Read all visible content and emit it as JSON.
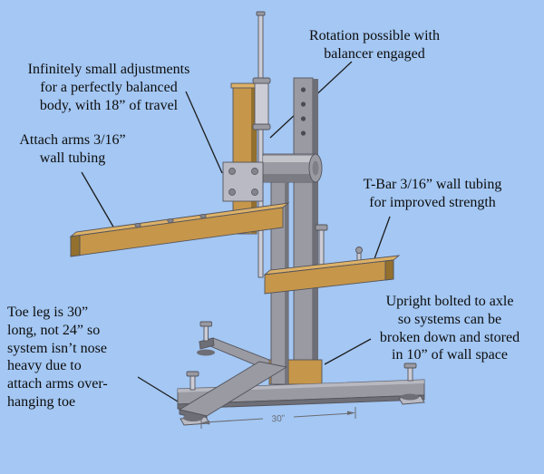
{
  "figure": {
    "description": "Annotated CAD diagram of an adjustable balancing stand"
  },
  "colors": {
    "background": "#a4c7f3",
    "text": "#0d0d0d",
    "steel": "#9a9aa2",
    "steel_dark": "#6e6e76",
    "steel_light": "#cdcdd5",
    "tan": "#c6964a",
    "tan_light": "#ddb167",
    "tan_dark": "#93702e",
    "chrome": "#ccccd6",
    "plate": "#b9bac3",
    "bolt": "#83838c",
    "hole": "#4b4b52",
    "outline": "#54545c",
    "leader": "#1c1c1c",
    "dim": "#6b6b72"
  },
  "annotations": {
    "rotation": "Rotation possible with\nbalancer engaged",
    "adjustments": "Infinitely small adjustments\nfor a perfectly balanced\nbody, with 18” of travel",
    "attach_arms": "Attach arms 3/16”\nwall tubing",
    "t_bar": "T-Bar 3/16” wall tubing\nfor improved strength",
    "toe_leg": "Toe leg is 30”\nlong, not 24” so\nsystem isn’t nose\nheavy due to\nattach arms over-\nhanging toe",
    "upright": "Upright bolted to axle\nso systems can be\nbroken down and stored\nin 10” of wall space"
  },
  "dimension": {
    "label": "30”"
  }
}
